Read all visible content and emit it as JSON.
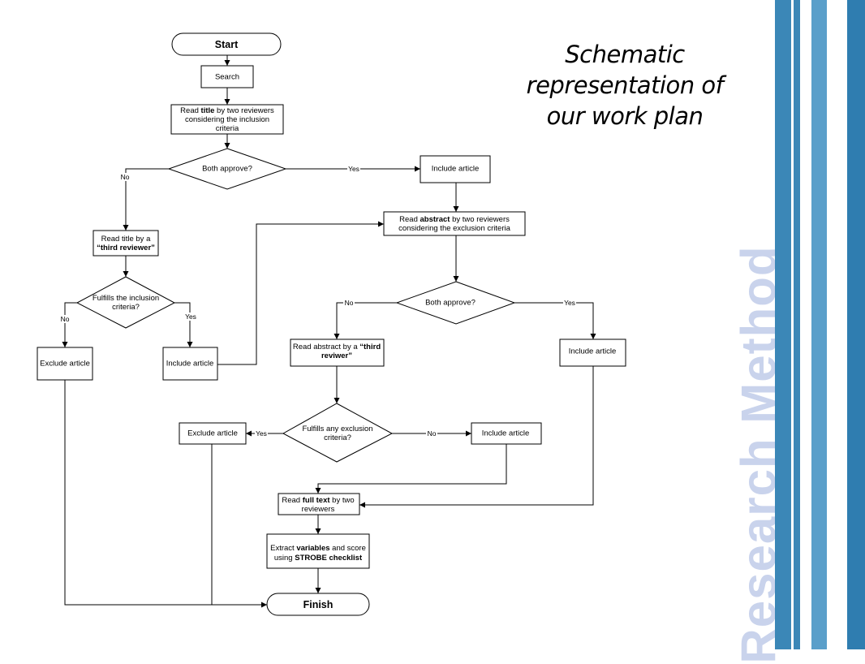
{
  "slide": {
    "title": "Schematic representation of our work plan",
    "side_label": "Research Method",
    "stripe_colors": [
      "#3b87b7",
      "#5a9fca",
      "#2f7db0"
    ]
  },
  "flowchart": {
    "nodes": {
      "start": "Start",
      "search": "Search",
      "read_title": [
        [
          {
            "t": "Read "
          },
          {
            "t": "title",
            "b": true
          },
          {
            "t": " by two reviewers"
          }
        ],
        [
          {
            "t": "considering the inclusion"
          }
        ],
        [
          {
            "t": "criteria"
          }
        ]
      ],
      "both_approve_1": "Both approve?",
      "include_article_1": "Include article",
      "read_title_third": [
        [
          {
            "t": "Read title by a"
          }
        ],
        [
          {
            "t": "“third reviewer”",
            "b": true
          }
        ]
      ],
      "fulfills_inclusion": [
        [
          {
            "t": "Fulfills the inclusion"
          }
        ],
        [
          {
            "t": "criteria?"
          }
        ]
      ],
      "exclude_article_1": "Exclude article",
      "include_article_2": "Include article",
      "read_abstract": [
        [
          {
            "t": "Read "
          },
          {
            "t": "abstract",
            "b": true
          },
          {
            "t": " by two reviewers"
          }
        ],
        [
          {
            "t": "considering the exclusion criteria"
          }
        ]
      ],
      "both_approve_2": "Both approve?",
      "read_abstract_third": [
        [
          {
            "t": "Read abstract by a "
          },
          {
            "t": "“third",
            "b": true
          }
        ],
        [
          {
            "t": "reviwer”",
            "b": true
          }
        ]
      ],
      "include_article_3": "Include article",
      "fulfills_exclusion": [
        [
          {
            "t": "Fulfills any exclusion"
          }
        ],
        [
          {
            "t": "criteria?"
          }
        ]
      ],
      "exclude_article_2": "Exclude article",
      "include_article_4": "Include article",
      "read_full_text": [
        [
          {
            "t": "Read "
          },
          {
            "t": "full text",
            "b": true
          },
          {
            "t": " by two"
          }
        ],
        [
          {
            "t": "reviewers"
          }
        ]
      ],
      "extract_variables": [
        [
          {
            "t": "Extract "
          },
          {
            "t": "variables",
            "b": true
          },
          {
            "t": " and score"
          }
        ],
        [
          {
            "t": "using "
          },
          {
            "t": "STROBE checklist",
            "b": true
          }
        ]
      ],
      "finish": "Finish"
    },
    "edge_labels": {
      "yes_1": "Yes",
      "no_1": "No",
      "no_2": "No",
      "yes_2": "Yes",
      "no_3": "No",
      "yes_3": "Yes",
      "yes_4": "Yes",
      "no_4": "No"
    }
  }
}
